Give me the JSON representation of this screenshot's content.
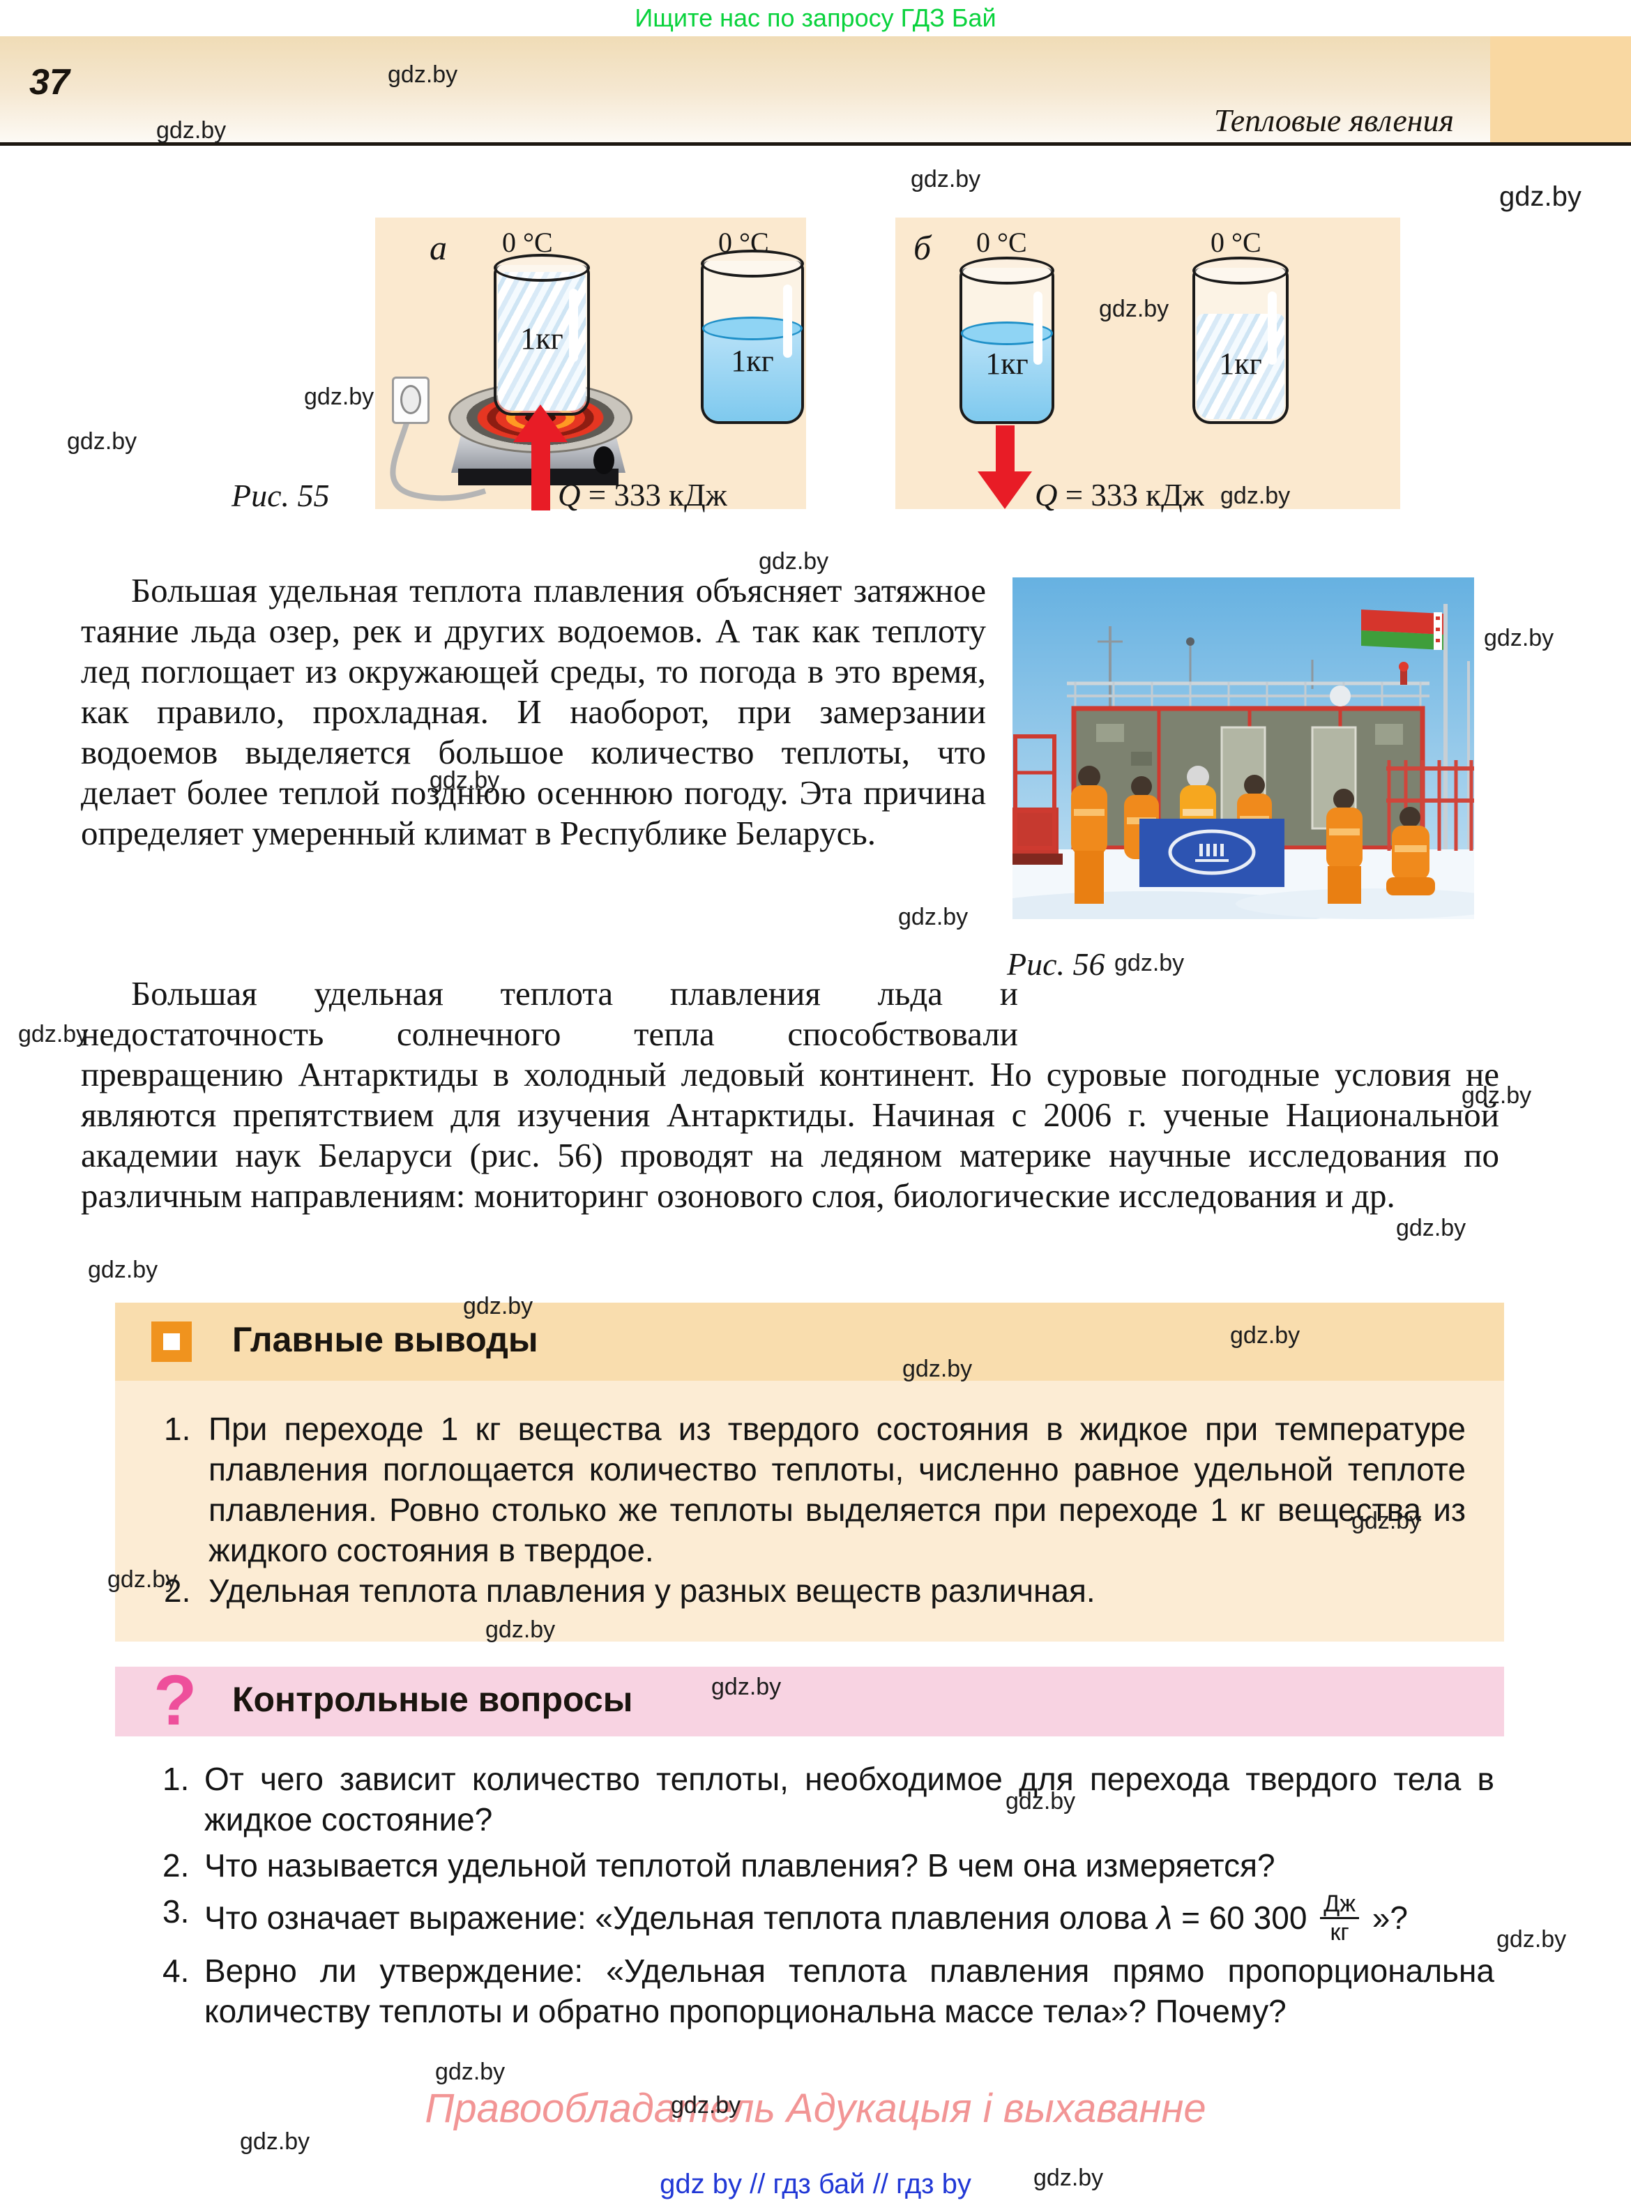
{
  "banner": {
    "text": "Ищите нас по запросу ГДЗ Бай"
  },
  "header": {
    "chapter": "Тепловые явления",
    "page_number": "37"
  },
  "watermark": "gdz.by",
  "figure55": {
    "caption": "Рис. 55",
    "q_symbol": "Q",
    "q_value": "= 333 кДж",
    "panel_a": {
      "label": "а",
      "temp1": "0 °C",
      "temp2": "0 °C",
      "mass1": "1кг",
      "mass2": "1кг"
    },
    "panel_b": {
      "label": "б",
      "temp1": "0 °C",
      "temp2": "0 °C",
      "mass1": "1кг",
      "mass2": "1кг"
    }
  },
  "figure56": {
    "caption": "Рис. 56"
  },
  "paragraphs": {
    "p1": "Большая удельная теплота плавления объясняет затяжное таяние льда озер, рек и других водоемов. А так как теплоту лед поглощает из окружающей среды, то погода в это время, как правило, прохладная. И наоборот, при замерзании водоемов выделяется большое количество теплоты, что делает более теплой позднюю осеннюю погоду. Эта причина определяет умеренный климат в Республике Беларусь.",
    "p2": "Большая удельная теплота плавления льда и недостаточность солнечного тепла способствовали превращению Антарктиды в холодный ледовый континент. Но суровые погодные условия не являются препятствием для изучения Антарктиды. Начиная с 2006 г. ученые Национальной академии наук Беларуси (рис. 56) проводят на ледяном материке научные исследования по различным направлениям: мониторинг озонового слоя, биологические исследования и др."
  },
  "conclusions": {
    "title": "Главные выводы",
    "items": [
      {
        "num": "1.",
        "text": "При переходе 1 кг вещества из твердого состояния в жидкое при температуре плавления поглощается количество теплоты, численно равное удельной теплоте плавления. Ровно столько же теплоты выделяется при переходе 1 кг вещества из жидкого состояния в твердое."
      },
      {
        "num": "2.",
        "text": "Удельная теплота плавления у разных веществ различная."
      }
    ]
  },
  "questions": {
    "title": "Контрольные вопросы",
    "q1": {
      "num": "1.",
      "text": "От чего зависит количество теплоты, необходимое для перехода твердого тела в жидкое состояние?"
    },
    "q2": {
      "num": "2.",
      "text": "Что называется удельной теплотой плавления? В чем она измеряется?"
    },
    "q3": {
      "num": "3.",
      "before": "Что означает выражение: «Удельная теплота плавления олова",
      "lambda": "λ",
      "eq": "= 60 300",
      "frac_num": "Дж",
      "frac_den": "кг",
      "after": "»?"
    },
    "q4": {
      "num": "4.",
      "text": "Верно ли утверждение: «Удельная теплота плавления прямо пропорциональна количеству теплоты и обратно пропорциональна массе тела»? Почему?"
    }
  },
  "footer": {
    "copyright": "Правообладатель Адукацыя і выхаванне",
    "links": "gdz by  //  гдз бай  //  гдз by"
  }
}
